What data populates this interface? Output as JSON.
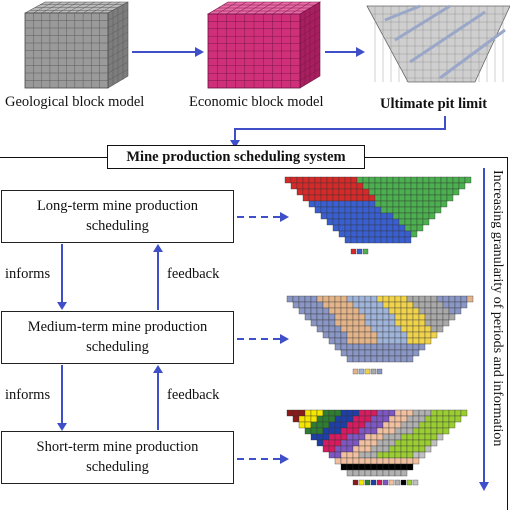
{
  "models": {
    "geological": "Geological block model",
    "economic": "Economic block model",
    "pit": "Ultimate pit limit"
  },
  "system_title": "Mine production scheduling system",
  "levels": {
    "long": "Long-term mine production scheduling",
    "medium": "Medium-term mine production scheduling",
    "short": "Short-term mine production scheduling"
  },
  "links": {
    "informs_1": "informs",
    "feedback_1": "feedback",
    "informs_2": "informs",
    "feedback_2": "feedback"
  },
  "side_label": "Increasing granularity of periods and information",
  "colors": {
    "arrow": "#3f4fc8",
    "geological_block": "#8c8c8c",
    "economic_block": "#d0307a",
    "long_periods": [
      "#d42a2a",
      "#3a5fd0",
      "#4caf50"
    ],
    "medium_periods": [
      "#e3b48a",
      "#9fb4d8",
      "#f0d34a",
      "#a9a9a9",
      "#8a96c4"
    ],
    "short_periods": [
      "#8b1a1a",
      "#f5e600",
      "#2e7d32",
      "#1f3fa8",
      "#d81b60",
      "#7e57c2",
      "#f0c0a0",
      "#b0b0b0",
      "#000000",
      "#9acd32",
      "#c0c0c0"
    ]
  }
}
